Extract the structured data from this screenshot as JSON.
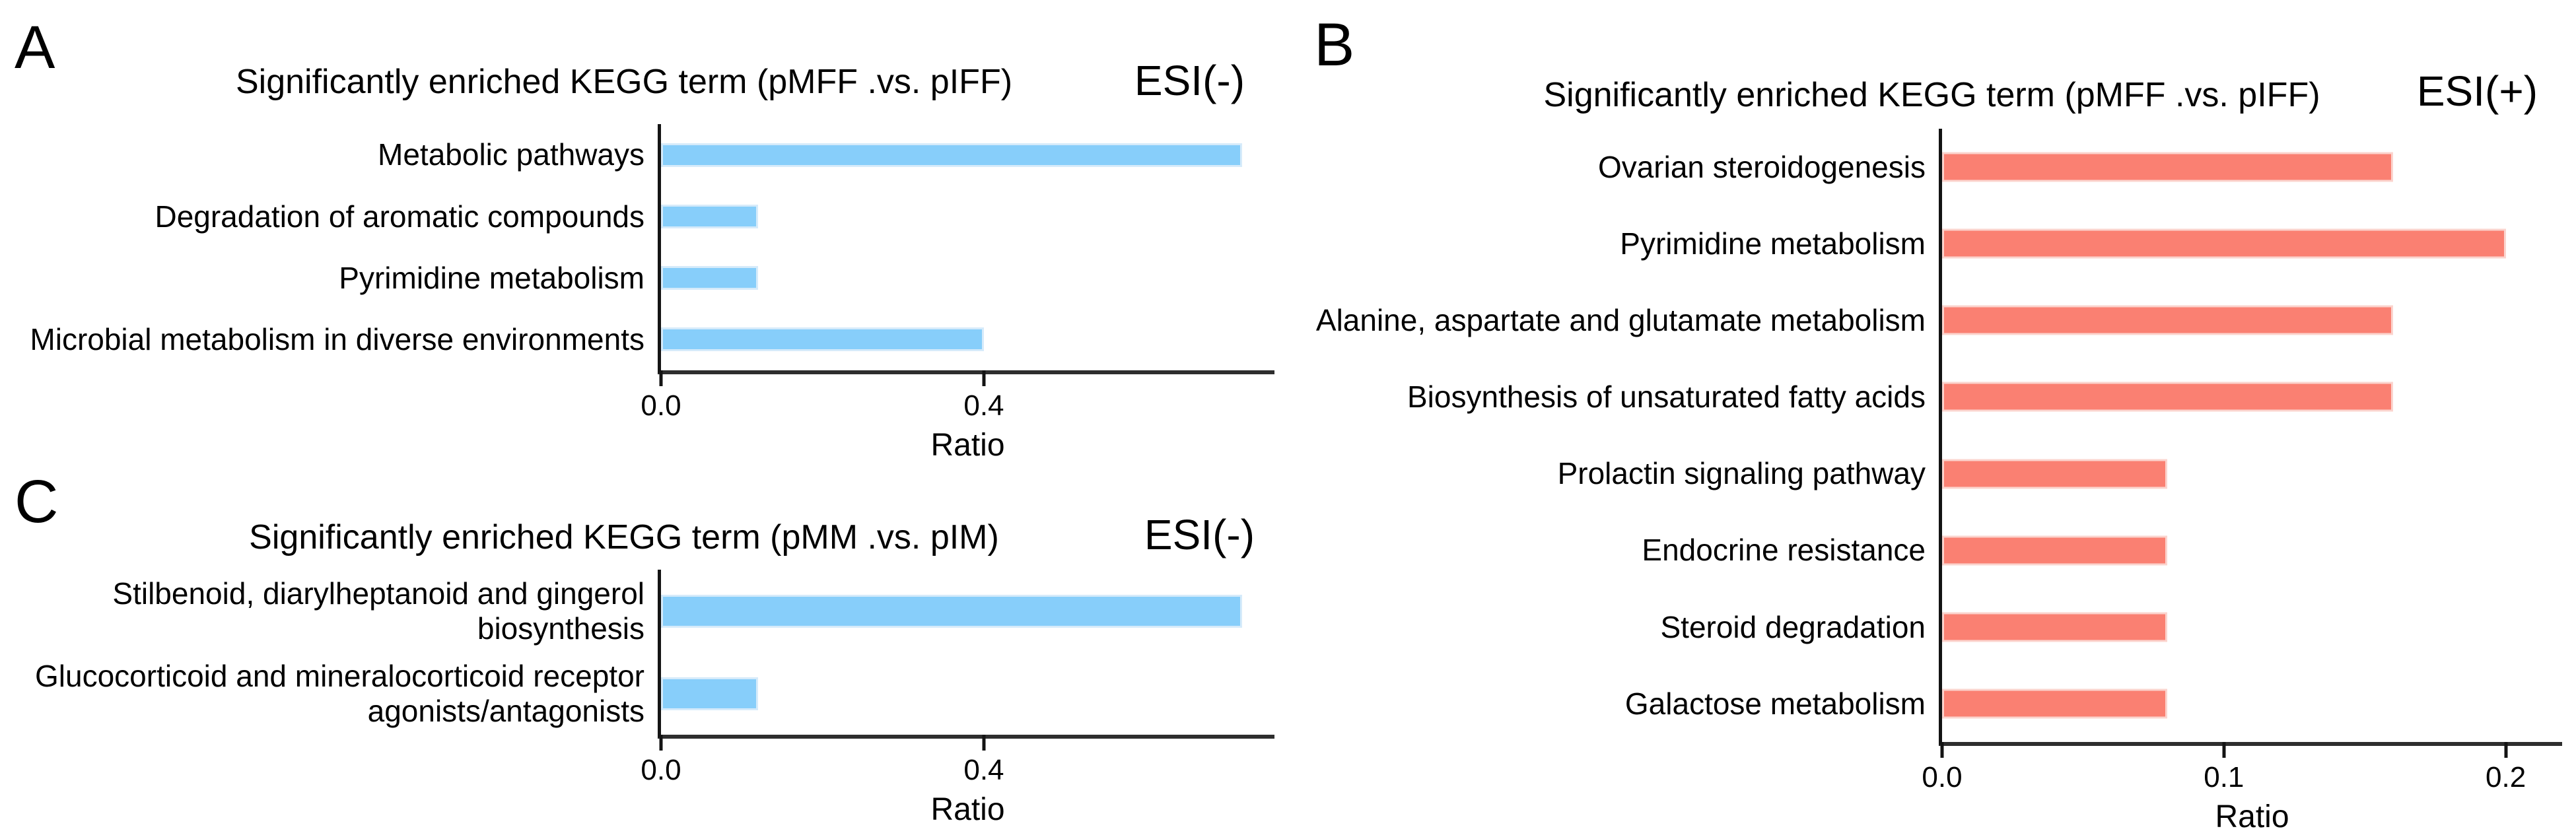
{
  "panels": [
    {
      "letter": "A",
      "title": "Significantly enriched KEGG term (pMFF .vs. pIFF)",
      "esi": "ESI(-)",
      "xlabel": "Ratio"
    },
    {
      "letter": "B",
      "title": "Significantly enriched KEGG term (pMFF .vs. pIFF)",
      "esi": "ESI(+)",
      "xlabel": "Ratio"
    },
    {
      "letter": "C",
      "title": "Significantly enriched KEGG term (pMM .vs. pIM)",
      "esi": "ESI(-)",
      "xlabel": "Ratio"
    }
  ],
  "chart_data": [
    {
      "type": "bar",
      "orientation": "horizontal",
      "panel": "A",
      "title": "Significantly enriched KEGG term (pMFF .vs. pIFF)",
      "annotation": "ESI(-)",
      "categories": [
        "Metabolic pathways",
        "Degradation of aromatic compounds",
        "Pyrimidine metabolism",
        "Microbial metabolism in diverse environments"
      ],
      "values": [
        0.72,
        0.12,
        0.12,
        0.4
      ],
      "xlabel": "Ratio",
      "xticks": [
        "0.0",
        "0.4"
      ],
      "xtick_values": [
        0.0,
        0.4
      ],
      "xlim": [
        0,
        0.76
      ],
      "grid": false,
      "legend": false,
      "bar_color": "#87CEFA",
      "bar_edge_color": "#D6EBFA"
    },
    {
      "type": "bar",
      "orientation": "horizontal",
      "panel": "B",
      "title": "Significantly enriched KEGG term (pMFF .vs. pIFF)",
      "annotation": "ESI(+)",
      "categories": [
        "Ovarian steroidogenesis",
        "Pyrimidine metabolism",
        "Alanine, aspartate and glutamate metabolism",
        "Biosynthesis of unsaturated fatty acids",
        "Prolactin signaling pathway",
        "Endocrine resistance",
        "Steroid degradation",
        "Galactose metabolism"
      ],
      "values": [
        0.16,
        0.2,
        0.16,
        0.16,
        0.08,
        0.08,
        0.08,
        0.08
      ],
      "xlabel": "Ratio",
      "xticks": [
        "0.0",
        "0.1",
        "0.2"
      ],
      "xtick_values": [
        0.0,
        0.1,
        0.2
      ],
      "xlim": [
        0,
        0.22
      ],
      "grid": false,
      "legend": false,
      "bar_color": "#FA8072",
      "bar_edge_color": "#FBD4CE"
    },
    {
      "type": "bar",
      "orientation": "horizontal",
      "panel": "C",
      "title": "Significantly enriched KEGG term (pMM .vs. pIM)",
      "annotation": "ESI(-)",
      "categories": [
        "Stilbenoid, diarylheptanoid and gingerol biosynthesis",
        "Glucocorticoid and mineralocorticoid receptor agonists/antagonists"
      ],
      "values": [
        0.72,
        0.12
      ],
      "xlabel": "Ratio",
      "xticks": [
        "0.0",
        "0.4"
      ],
      "xtick_values": [
        0.0,
        0.4
      ],
      "xlim": [
        0,
        0.76
      ],
      "grid": false,
      "legend": false,
      "bar_color": "#87CEFA",
      "bar_edge_color": "#D6EBFA"
    }
  ]
}
